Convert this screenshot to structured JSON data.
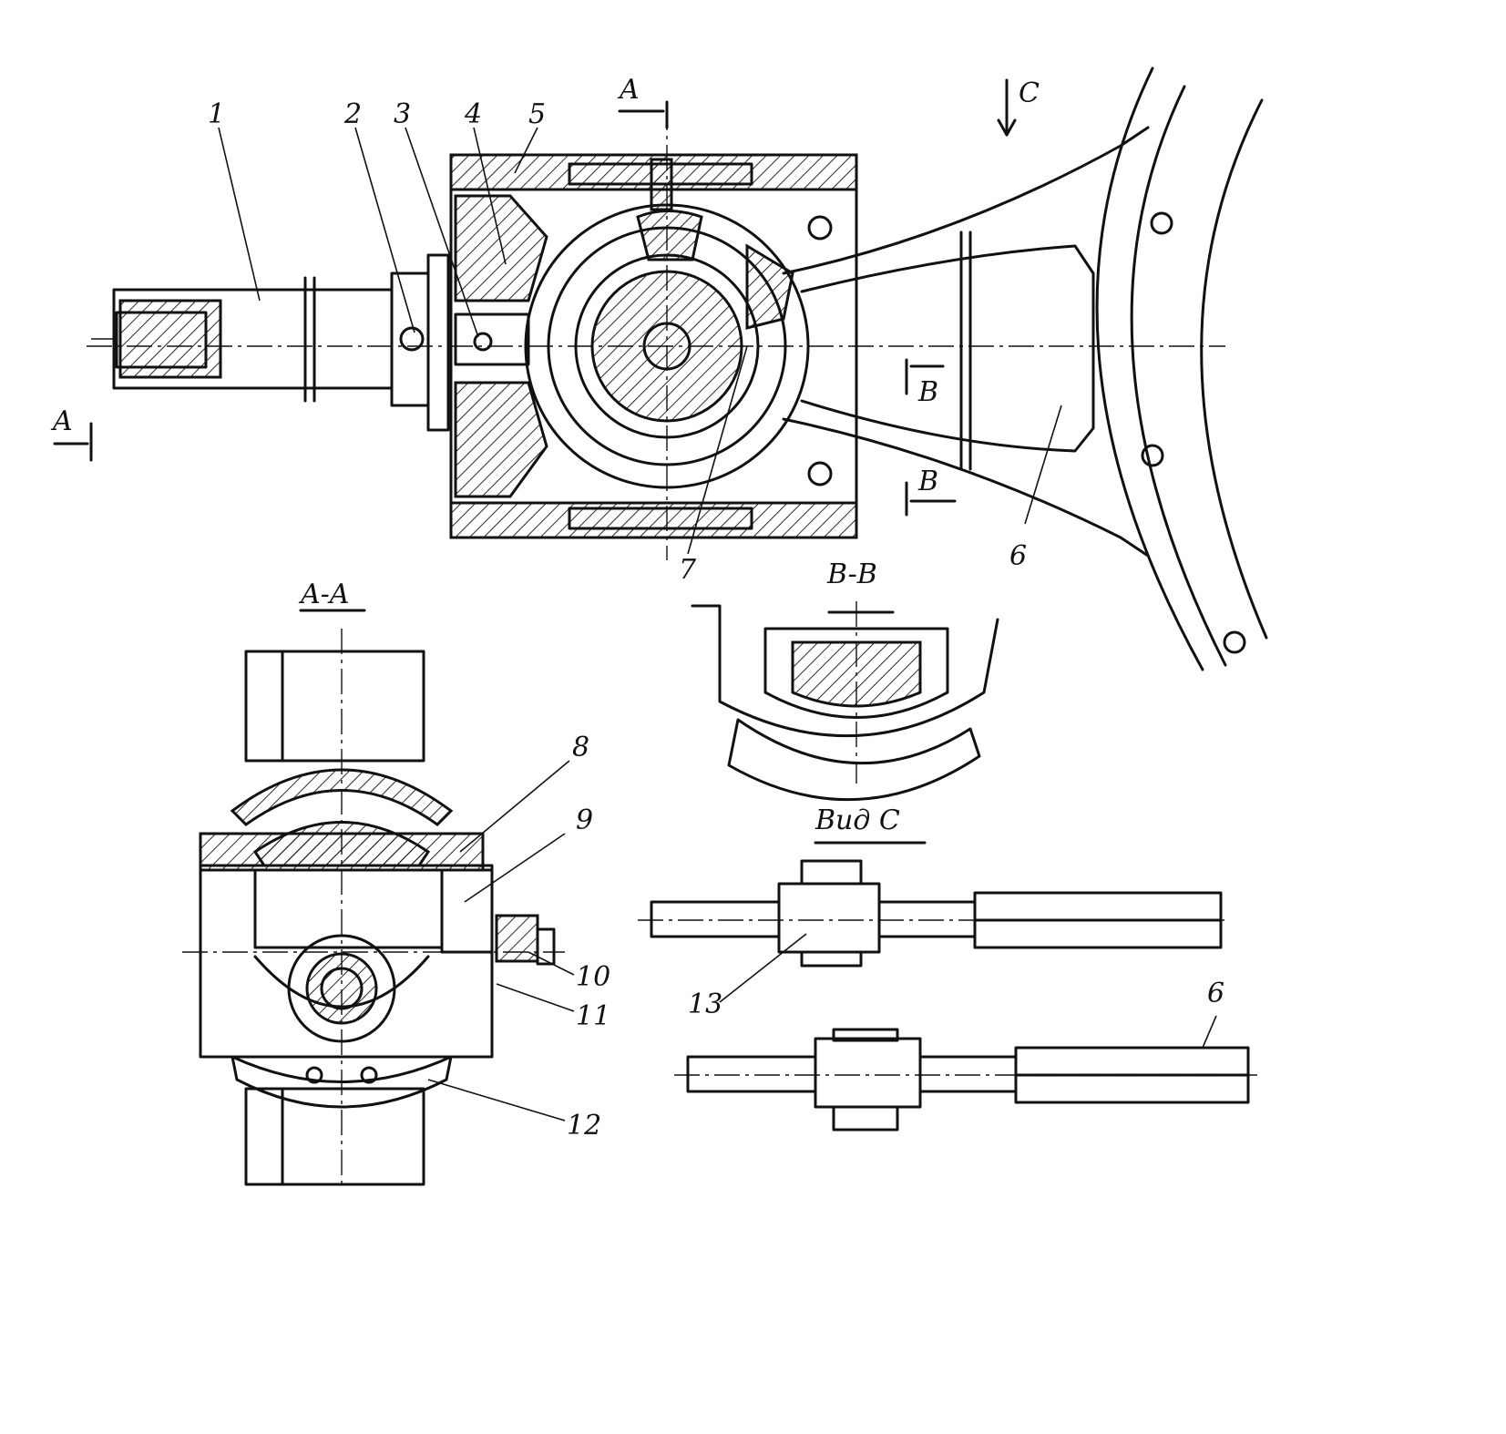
{
  "labels": {
    "p1": "1",
    "p2": "2",
    "p3": "3",
    "p4": "4",
    "p5": "5",
    "p6": "6",
    "p6b": "6",
    "p7": "7",
    "p8": "8",
    "p9": "9",
    "p10": "10",
    "p11": "11",
    "p12": "12",
    "p13": "13"
  },
  "section_marks": {
    "a_top": "A",
    "a_left": "A",
    "b_top": "B",
    "b_bottom": "B",
    "c": "C"
  },
  "view_titles": {
    "section_aa": "A-A",
    "section_bb": "B-B",
    "view_c": "Вид  С"
  }
}
